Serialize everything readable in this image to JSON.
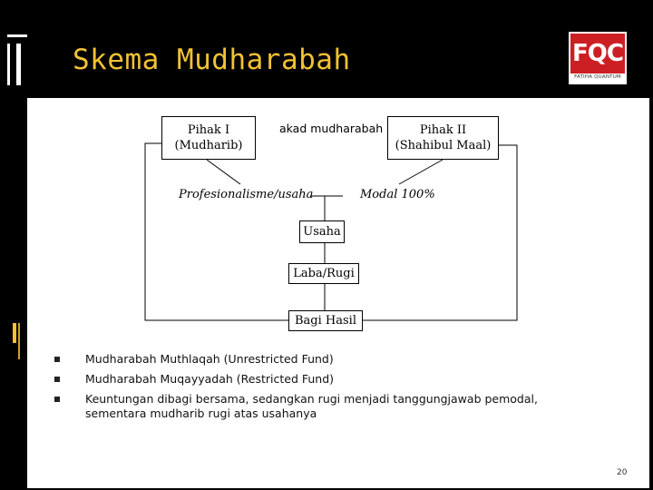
{
  "slide": {
    "title": "Skema Mudharabah",
    "page_number": "20"
  },
  "logo": {
    "mark": "FQC",
    "subtitle": "FATIHA QUANTUM",
    "color": "#cc1f24"
  },
  "diagram": {
    "pihak1": {
      "line1": "Pihak I",
      "line2": "(Mudharib)"
    },
    "pihak2": {
      "line1": "Pihak II",
      "line2": "(Shahibul Maal)"
    },
    "akad_label": "akad mudharabah",
    "profesionalisme": "Profesionalisme/usaha",
    "modal": "Modal 100%",
    "usaha": "Usaha",
    "laba_rugi": "Laba/Rugi",
    "bagi_hasil": "Bagi Hasil"
  },
  "bullets": [
    "Mudharabah Muthlaqah (Unrestricted Fund)",
    "Mudharabah Muqayyadah (Restricted Fund)",
    "Keuntungan dibagi bersama, sedangkan rugi menjadi tanggungjawab pemodal, sementara mudharib rugi atas usahanya"
  ],
  "colors": {
    "background": "#000000",
    "title": "#f2c233",
    "panel": "#ffffff"
  }
}
